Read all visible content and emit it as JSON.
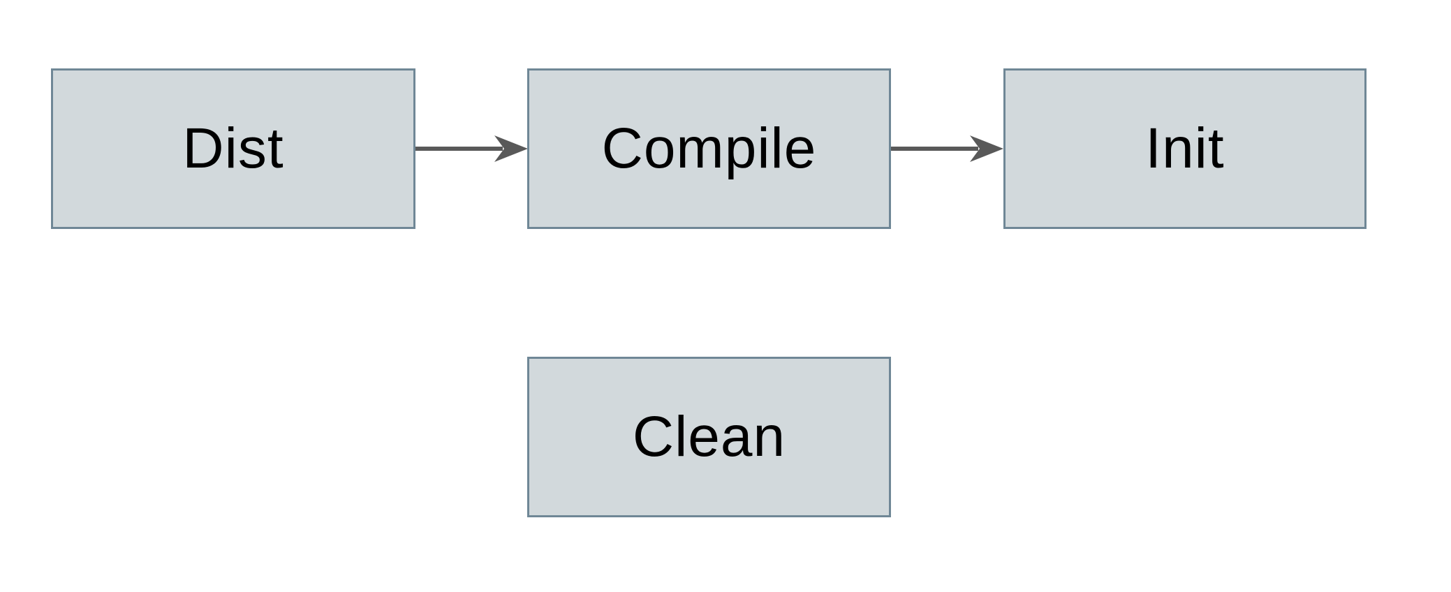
{
  "diagram": {
    "type": "flowchart",
    "colors": {
      "background": "#ffffff",
      "node_fill": "#d2d9dc",
      "node_border": "#6f8796",
      "arrow": "#595959",
      "label": "#000000"
    },
    "nodes": [
      {
        "id": "dist",
        "label": "Dist"
      },
      {
        "id": "compile",
        "label": "Compile"
      },
      {
        "id": "init",
        "label": "Init"
      },
      {
        "id": "clean",
        "label": "Clean"
      }
    ],
    "edges": [
      {
        "from": "dist",
        "to": "compile",
        "style": "solid-arrow"
      },
      {
        "from": "compile",
        "to": "init",
        "style": "solid-arrow"
      }
    ]
  }
}
